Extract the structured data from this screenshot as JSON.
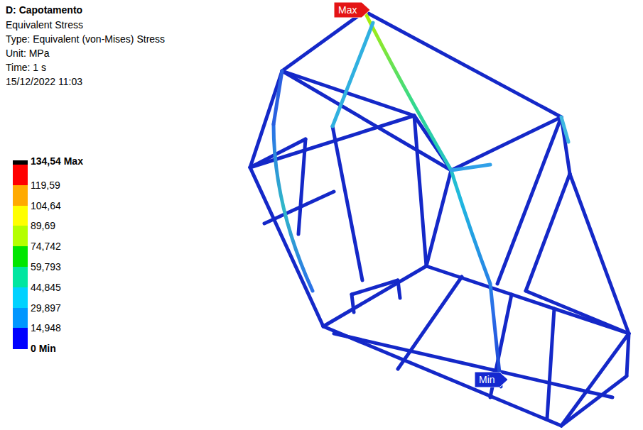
{
  "diagram": {
    "title": "D: Capotamento",
    "nodes": [
      {
        "text": [
          "Max"
        ]
      },
      {
        "text": [
          "Min"
        ]
      }
    ],
    "labels": [
      "Equivalent Stress",
      "Type: Equivalent (von-Mises) Stress",
      "Unit: MPa",
      "Time: 1 s",
      "15/12/2022 11:03",
      "0 Min"
    ],
    "legend": [
      {
        "text": "134,54 Max",
        "color": "#ff0000"
      },
      {
        "text": "119,59",
        "color": "#ffaa00"
      },
      {
        "text": "104,64",
        "color": "#ffff00"
      },
      {
        "text": "89,69",
        "color": "#b4ff00"
      },
      {
        "text": "74,742",
        "color": "#00e600"
      },
      {
        "text": "59,793",
        "color": "#00e6a0"
      },
      {
        "text": "44,845",
        "color": "#00d2ff"
      },
      {
        "text": "29,897",
        "color": "#0096ff"
      },
      {
        "text": "14,948",
        "color": "#0000ff"
      }
    ]
  }
}
